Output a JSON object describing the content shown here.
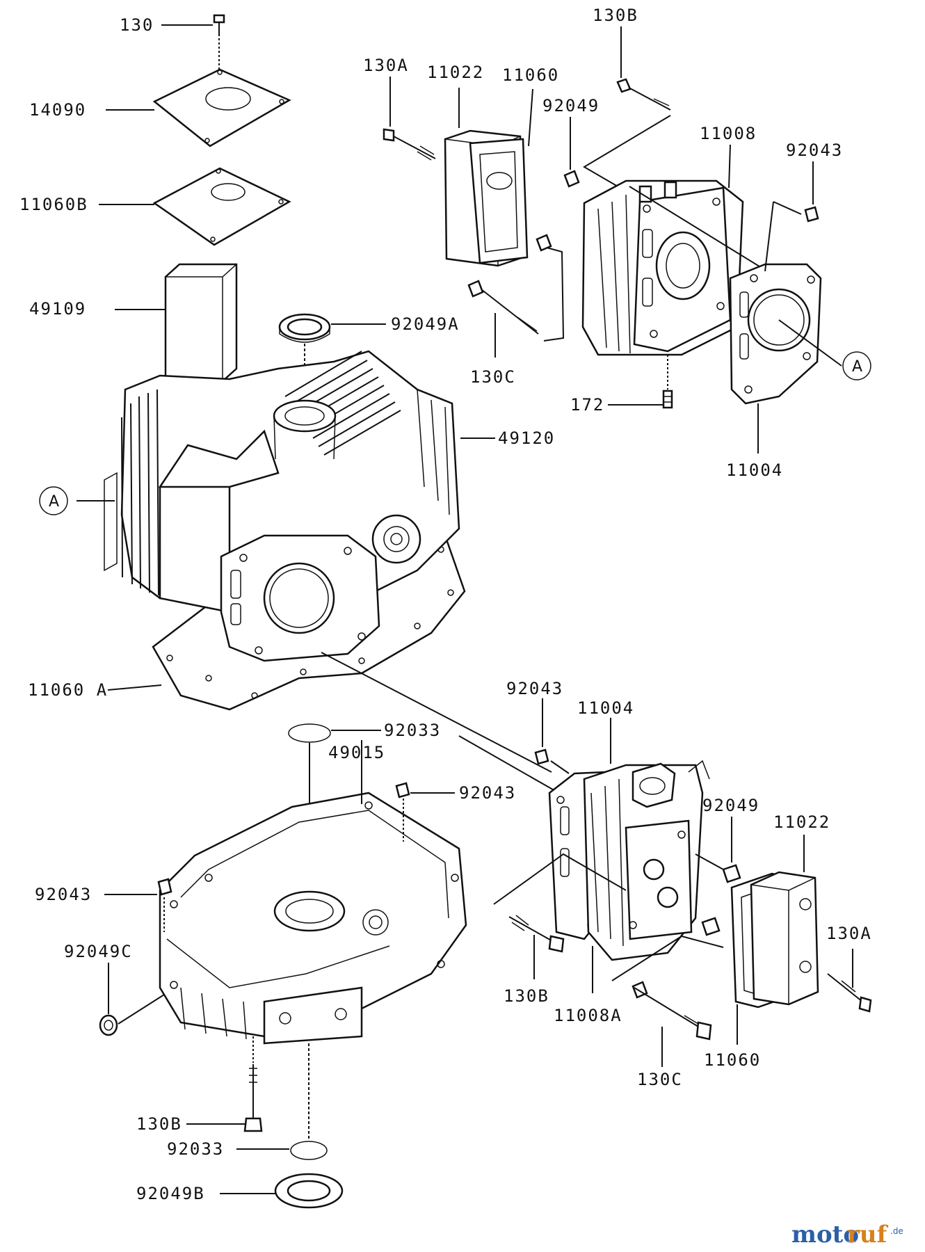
{
  "labels": {
    "p130_top": "130",
    "p14090": "14090",
    "p11060b": "11060B",
    "p49109": "49109",
    "p92049a": "92049A",
    "p49120": "49120",
    "pA_left": "A",
    "p11060a": "11060 A",
    "p130a_top": "130A",
    "p11022_top": "11022",
    "p11060_top": "11060",
    "p92049_top": "92049",
    "p130b_top": "130B",
    "p11008_top": "11008",
    "p92043_top": "92043",
    "p130c_top": "130C",
    "p172": "172",
    "p11004_top": "11004",
    "pA_right": "A",
    "p92033_mid": "92033",
    "p49015": "49015",
    "p92043_mid": "92043",
    "p92043_left": "92043",
    "p92049c": "92049C",
    "p130b_bot": "130B",
    "p92033_bot": "92033",
    "p92049b": "92049B",
    "p92043_right": "92043",
    "p11004_bot": "11004",
    "p92049_bot": "92049",
    "p11022_bot": "11022",
    "p130a_bot": "130A",
    "p130b_right": "130B",
    "p11008a": "11008A",
    "p130c_bot": "130C",
    "p11060_bot": "11060"
  },
  "watermark": {
    "part1": "moto",
    "part2": "ruf",
    "suffix": ".de"
  },
  "colors": {
    "line": "#111111",
    "watermark_blue": "#2b5fa8",
    "watermark_orange": "#d8801c"
  }
}
